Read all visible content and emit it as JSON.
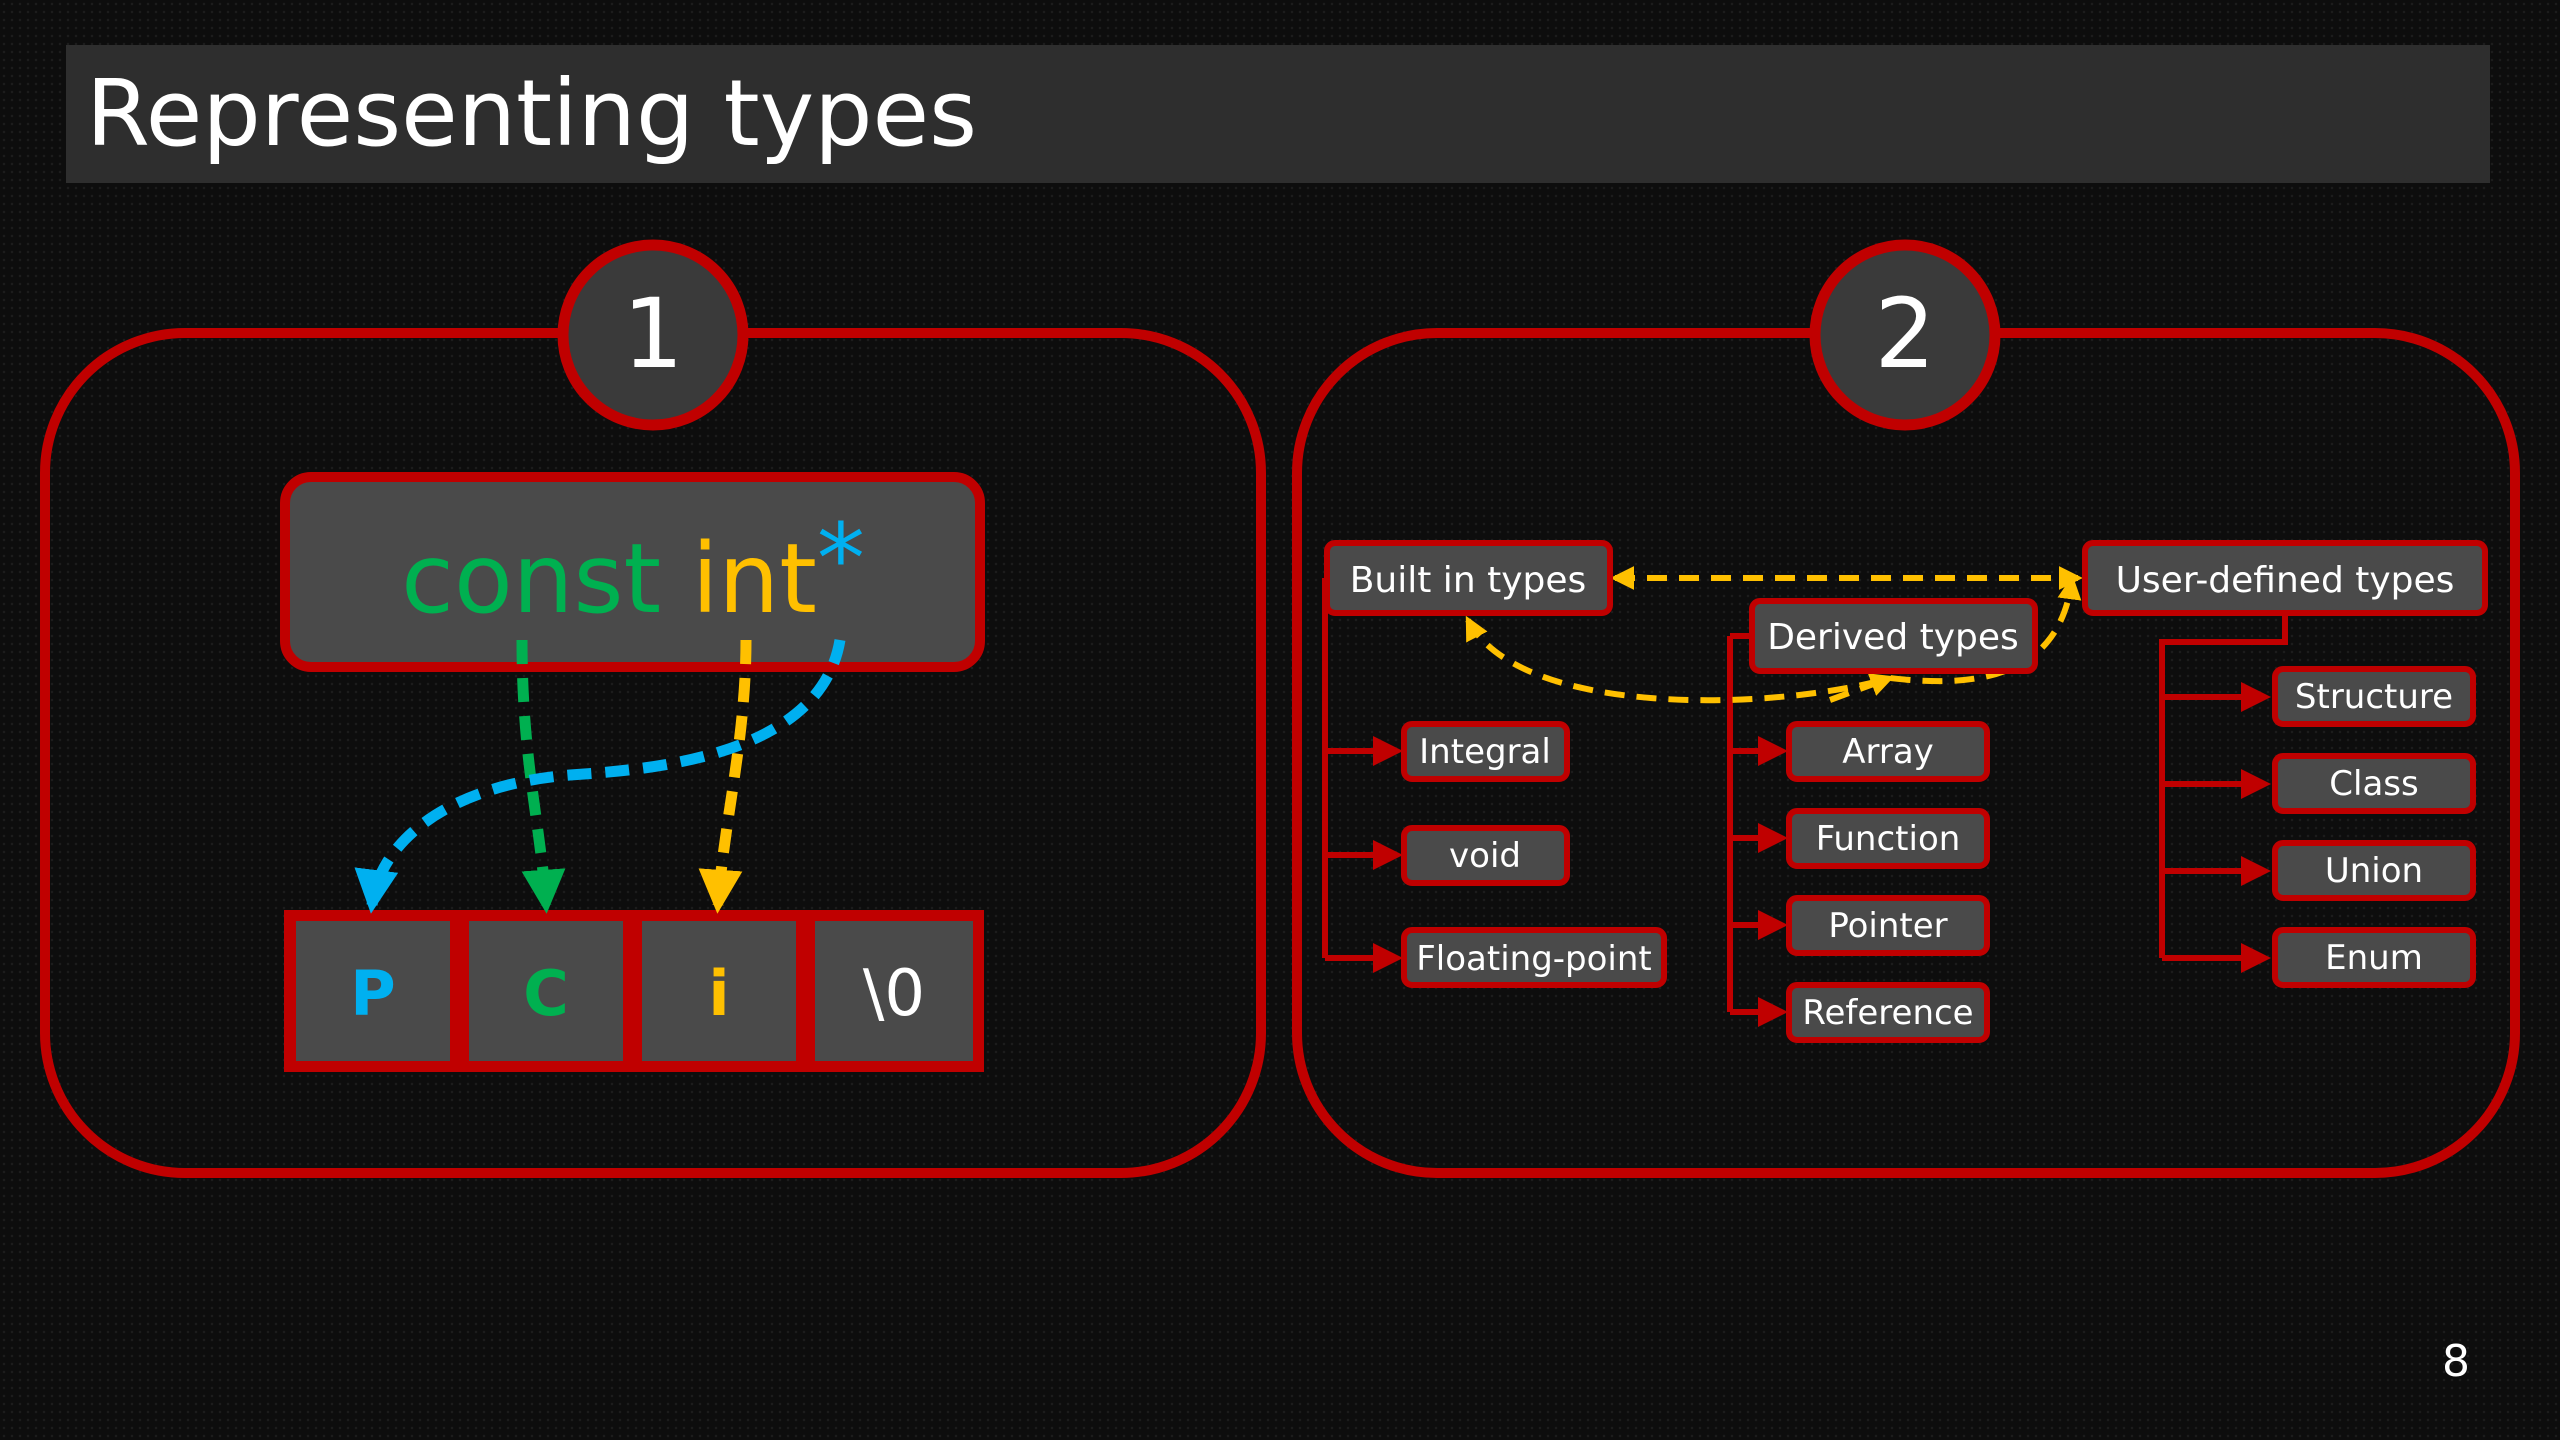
{
  "slide": {
    "title": "Representing types",
    "page_number": "8"
  },
  "panel1": {
    "badge": "1",
    "code_keyword": "const",
    "code_type": "int",
    "code_pointer": "*",
    "cells": [
      "P",
      "C",
      "i",
      "\\0"
    ]
  },
  "panel2": {
    "badge": "2",
    "built_in": {
      "label": "Built in types",
      "children": [
        "Integral",
        "void",
        "Floating-point"
      ]
    },
    "derived": {
      "label": "Derived types",
      "children": [
        "Array",
        "Function",
        "Pointer",
        "Reference"
      ]
    },
    "user_defined": {
      "label": "User-defined types",
      "children": [
        "Structure",
        "Class",
        "Union",
        "Enum"
      ]
    }
  },
  "colors": {
    "red": "#c00000",
    "green": "#00b050",
    "yellow": "#ffc000",
    "blue": "#00b0f0",
    "box_fill": "#4a4a4a",
    "badge_fill": "#3a3a3a"
  }
}
